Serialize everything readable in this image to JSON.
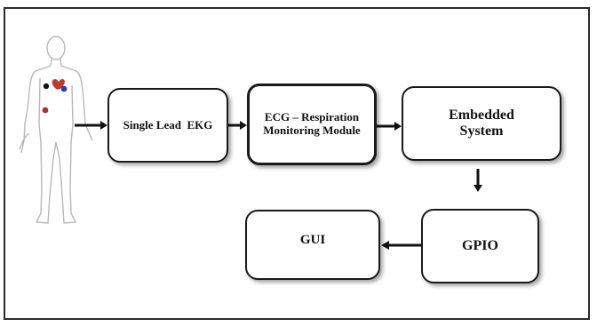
{
  "nodes": {
    "ekg": "Single Lead  EKG",
    "ecg": "ECG – Respiration Monitoring Module",
    "embedded": "Embedded System",
    "gpio": "GPIO",
    "gui": "GUI"
  },
  "electrode_colors": [
    "#111111",
    "#c0392b",
    "#2a3bb8",
    "#b03030"
  ]
}
